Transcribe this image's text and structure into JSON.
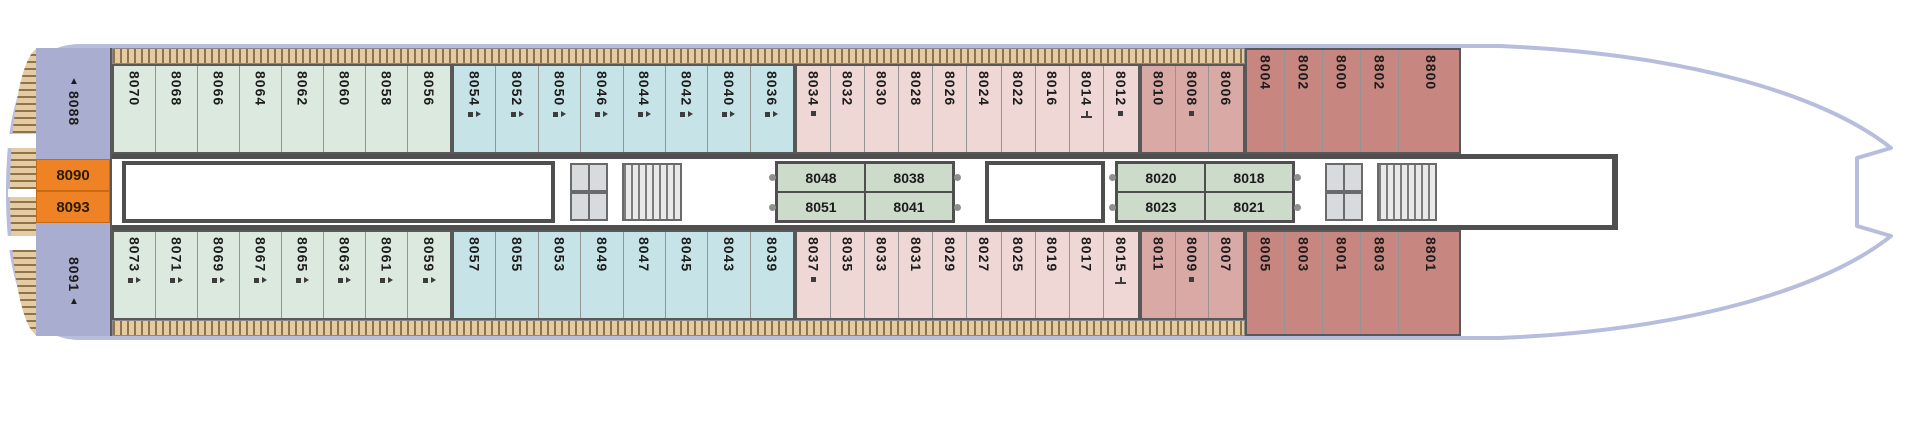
{
  "colors": {
    "green": "#dbe9df",
    "cyan": "#c6e4e8",
    "pink": "#eed7d4",
    "rose": "#d9a9a6",
    "red": "#c7867f",
    "orange": "#ef8224",
    "lavender": "#a9aed0",
    "sage": "#ccdbca",
    "tan": "#e4cba1",
    "tan_line": "#8f744b",
    "wall": "#4f4f4f",
    "hull": "#b7bddc"
  },
  "stern": {
    "cabin_top": {
      "n": "8088",
      "marker": "▲"
    },
    "cabin_bottom": {
      "n": "8091",
      "marker": "▲"
    },
    "crew_top": {
      "n": "8090"
    },
    "crew_bottom": {
      "n": "8093"
    }
  },
  "rows": {
    "top": {
      "sections": [
        {
          "id": "green",
          "cabins": [
            {
              "n": "8070",
              "f": []
            },
            {
              "n": "8068",
              "f": []
            },
            {
              "n": "8066",
              "f": []
            },
            {
              "n": "8064",
              "f": []
            },
            {
              "n": "8062",
              "f": []
            },
            {
              "n": "8060",
              "f": []
            },
            {
              "n": "8058",
              "f": []
            },
            {
              "n": "8056",
              "f": []
            }
          ]
        },
        {
          "id": "cyan",
          "cabins": [
            {
              "n": "8054",
              "f": [
                "sq",
                "tr"
              ]
            },
            {
              "n": "8052",
              "f": [
                "sq",
                "tr"
              ]
            },
            {
              "n": "8050",
              "f": [
                "sq",
                "tr"
              ]
            },
            {
              "n": "8046",
              "f": [
                "sq",
                "tr"
              ]
            },
            {
              "n": "8044",
              "f": [
                "sq",
                "tr"
              ]
            },
            {
              "n": "8042",
              "f": [
                "sq",
                "tr"
              ]
            },
            {
              "n": "8040",
              "f": [
                "sq",
                "tr"
              ]
            },
            {
              "n": "8036",
              "f": [
                "sq",
                "tr"
              ]
            }
          ]
        },
        {
          "id": "pink",
          "cabins": [
            {
              "n": "8034",
              "f": [
                "sq"
              ]
            },
            {
              "n": "8032",
              "f": []
            },
            {
              "n": "8030",
              "f": []
            },
            {
              "n": "8028",
              "f": []
            },
            {
              "n": "8026",
              "f": []
            },
            {
              "n": "8024",
              "f": []
            },
            {
              "n": "8022",
              "f": []
            },
            {
              "n": "8016",
              "f": []
            },
            {
              "n": "8014",
              "f": [
                "tb"
              ]
            },
            {
              "n": "8012",
              "f": [
                "sq"
              ]
            }
          ]
        },
        {
          "id": "rose",
          "cabins": [
            {
              "n": "8010",
              "f": []
            },
            {
              "n": "8008",
              "f": [
                "sq"
              ]
            },
            {
              "n": "8006",
              "f": []
            }
          ]
        },
        {
          "id": "red",
          "cabins": [
            {
              "n": "8004",
              "f": []
            },
            {
              "n": "8002",
              "f": []
            },
            {
              "n": "8000",
              "f": []
            },
            {
              "n": "8802",
              "f": []
            },
            {
              "n": "8800",
              "f": []
            }
          ]
        }
      ]
    },
    "bottom": {
      "sections": [
        {
          "id": "green",
          "cabins": [
            {
              "n": "8073",
              "f": [
                "sq",
                "tr"
              ]
            },
            {
              "n": "8071",
              "f": [
                "sq",
                "tr"
              ]
            },
            {
              "n": "8069",
              "f": [
                "sq",
                "tr"
              ]
            },
            {
              "n": "8067",
              "f": [
                "sq",
                "tr"
              ]
            },
            {
              "n": "8065",
              "f": [
                "sq",
                "tr"
              ]
            },
            {
              "n": "8063",
              "f": [
                "sq",
                "tr"
              ]
            },
            {
              "n": "8061",
              "f": [
                "sq",
                "tr"
              ]
            },
            {
              "n": "8059",
              "f": [
                "sq",
                "tr"
              ]
            }
          ]
        },
        {
          "id": "cyan",
          "cabins": [
            {
              "n": "8057",
              "f": []
            },
            {
              "n": "8055",
              "f": []
            },
            {
              "n": "8053",
              "f": []
            },
            {
              "n": "8049",
              "f": []
            },
            {
              "n": "8047",
              "f": []
            },
            {
              "n": "8045",
              "f": []
            },
            {
              "n": "8043",
              "f": []
            },
            {
              "n": "8039",
              "f": []
            }
          ]
        },
        {
          "id": "pink",
          "cabins": [
            {
              "n": "8037",
              "f": [
                "sq"
              ]
            },
            {
              "n": "8035",
              "f": []
            },
            {
              "n": "8033",
              "f": []
            },
            {
              "n": "8031",
              "f": []
            },
            {
              "n": "8029",
              "f": []
            },
            {
              "n": "8027",
              "f": []
            },
            {
              "n": "8025",
              "f": []
            },
            {
              "n": "8019",
              "f": []
            },
            {
              "n": "8017",
              "f": []
            },
            {
              "n": "8015",
              "f": [
                "tb"
              ]
            }
          ]
        },
        {
          "id": "rose",
          "cabins": [
            {
              "n": "8011",
              "f": []
            },
            {
              "n": "8009",
              "f": [
                "sq"
              ]
            },
            {
              "n": "8007",
              "f": []
            }
          ]
        },
        {
          "id": "red",
          "cabins": [
            {
              "n": "8005",
              "f": []
            },
            {
              "n": "8003",
              "f": []
            },
            {
              "n": "8001",
              "f": []
            },
            {
              "n": "8803",
              "f": []
            },
            {
              "n": "8801",
              "f": []
            }
          ]
        }
      ]
    }
  },
  "inner_groups": [
    {
      "rows": [
        [
          "8048",
          "8038"
        ],
        [
          "8051",
          "8041"
        ]
      ]
    },
    {
      "rows": [
        [
          "8020",
          "8018"
        ],
        [
          "8023",
          "8021"
        ]
      ]
    }
  ]
}
